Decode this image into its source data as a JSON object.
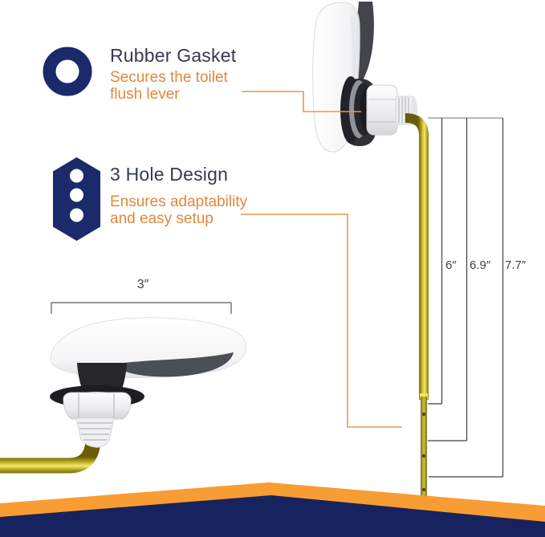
{
  "callouts": [
    {
      "icon": "rubber-gasket-ring-icon",
      "title": "Rubber Gasket",
      "subtitle_line1": "Secures the toilet",
      "subtitle_line2": "flush lever"
    },
    {
      "icon": "three-hole-icon",
      "title": "3 Hole Design",
      "subtitle_line1": "Ensures adaptability",
      "subtitle_line2": "and easy setup"
    }
  ],
  "dimensions": {
    "handle_length": "3″",
    "rod_length_short": "6″",
    "rod_length_medium": "6.9″",
    "rod_length_long": "7.7″"
  },
  "colors": {
    "navy": "#1b2a6b",
    "title-color": "#353b4d",
    "orange-text": "#e1873c",
    "orange-line": "#e9964e",
    "stripe-orange": "#f89d33",
    "stripe-navy": "#17235e",
    "measure-color": "#3f3f3f",
    "brass": "#c9b42c"
  }
}
